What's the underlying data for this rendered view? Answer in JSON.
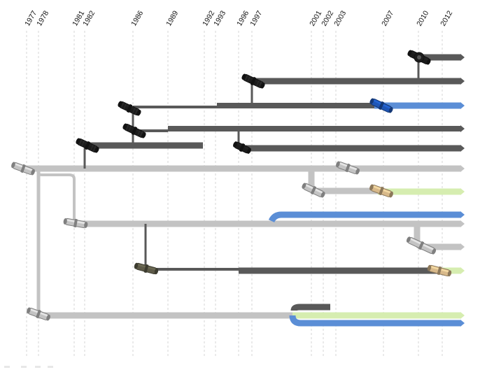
{
  "years": [
    "1977",
    "1978",
    "1981",
    "1982",
    "1986",
    "1989",
    "1992",
    "1993",
    "1996",
    "1997",
    "2001",
    "2002",
    "2003",
    "2007",
    "2010",
    "2012"
  ],
  "colors": {
    "black": "#1c1c1c",
    "dark_gray": "#595959",
    "light_gray": "#c3c3c3",
    "blue": "#5b8ed6",
    "light_green": "#d6edb0",
    "tan": "#d8b98a",
    "dark_olive": "#5d5a48",
    "deep_blue": "#1f56b5"
  },
  "pieces": [
    {
      "year": "1977",
      "color": "light_gray",
      "kind": "pin"
    },
    {
      "year": "1978",
      "color": "light_gray",
      "kind": "pin"
    },
    {
      "year": "1981",
      "color": "light_gray",
      "kind": "pin"
    },
    {
      "year": "1982",
      "color": "black",
      "kind": "friction-pin"
    },
    {
      "year": "1986",
      "color": "black",
      "kind": "friction-pin"
    },
    {
      "year": "1986",
      "color": "black",
      "kind": "friction-pin"
    },
    {
      "year": "1986",
      "color": "dark_olive",
      "kind": "pin"
    },
    {
      "year": "1996",
      "color": "black",
      "kind": "short-pin"
    },
    {
      "year": "1997",
      "color": "black",
      "kind": "friction-pin"
    },
    {
      "year": "2001",
      "color": "light_gray",
      "kind": "pin"
    },
    {
      "year": "2003",
      "color": "light_gray",
      "kind": "pin"
    },
    {
      "year": "2007",
      "color": "deep_blue",
      "kind": "pin"
    },
    {
      "year": "2007",
      "color": "tan",
      "kind": "pin"
    },
    {
      "year": "2010",
      "color": "light_gray",
      "kind": "axle-pin"
    },
    {
      "year": "2010",
      "color": "black",
      "kind": "pin-with-hole"
    },
    {
      "year": "2012",
      "color": "tan",
      "kind": "pin"
    }
  ]
}
